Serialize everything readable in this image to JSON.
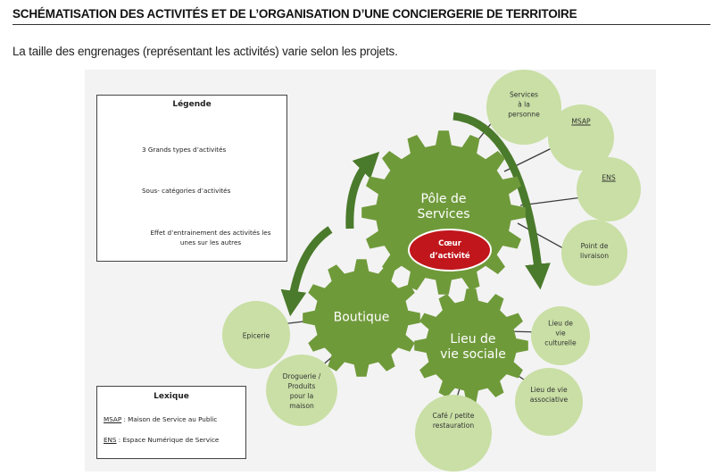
{
  "header": {
    "title": "SCHÉMATISATION DES ACTIVITÉS ET DE L’ORGANISATION D’UNE CONCIERGERIE DE TERRITOIRE",
    "subtitle": "La taille des engrenages (représentant les activités) varie selon les projets."
  },
  "legend": {
    "title": "Légende",
    "items": [
      {
        "icon": "green-star-icon",
        "text": "3 Grands types d’activités"
      },
      {
        "icon": "light-green-circle-icon",
        "text": "Sous- catégories d’activités"
      },
      {
        "icon": "curved-arrow-icon",
        "text": "Effet d’entrainement des activités les\nunes  sur les autres"
      }
    ]
  },
  "lexique": {
    "title": "Lexique",
    "items": [
      {
        "abbr": "MSAP",
        "text": " : Maison de Service au Public"
      },
      {
        "abbr": "ENS",
        "text": " : Espace Numérique de Service"
      }
    ]
  },
  "gears": {
    "services": "Pôle de\nServices",
    "coeur": "Cœur\nd’activité",
    "boutique": "Boutique",
    "vie_sociale": "Lieu de\nvie sociale"
  },
  "circles": {
    "services_personne": "Services\nà la\npersonne",
    "msap": "MSAP",
    "ens": "ENS",
    "livraison": "Point de\nlivraison",
    "epicerie": "Epicerie",
    "droguerie": "Droguerie /\nProduits\npour la\nmaison",
    "cafe": "Café / petite\nrestauration",
    "culturelle": "Lieu de\nvie\nculturelle",
    "associative": "Lieu de vie\nassociative"
  },
  "colors": {
    "gear": "#6f9a3a",
    "gear_dark": "#5d8a2e",
    "circle": "#c9dfa5",
    "heart": "#c0161c",
    "arrow": "#4a7a2b",
    "connector": "#3b3b3b"
  }
}
